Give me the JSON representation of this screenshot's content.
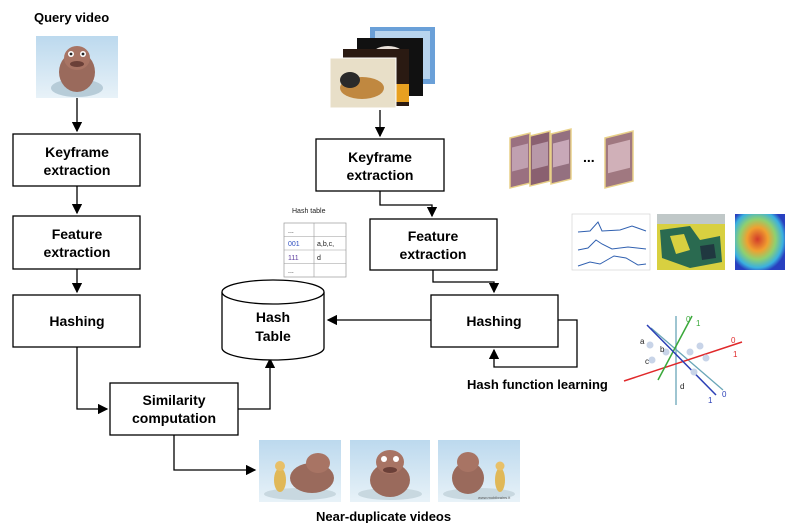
{
  "query_caption": "Query video",
  "left_pipeline": {
    "keyframe_line1": "Keyframe",
    "keyframe_line2": "extraction",
    "feature_line1": "Feature",
    "feature_line2": "extraction",
    "hashing": "Hashing"
  },
  "right_pipeline": {
    "keyframe_line1": "Keyframe",
    "keyframe_line2": "extraction",
    "feature_line1": "Feature",
    "feature_line2": "extraction",
    "hashing": "Hashing"
  },
  "similarity_line1": "Similarity",
  "similarity_line2": "computation",
  "hash_table_line1": "Hash",
  "hash_table_line2": "Table",
  "hash_function_learning": "Hash function learning",
  "near_duplicate_caption": "Near-duplicate videos",
  "keyframe_ellipsis": "...",
  "hash_table_mini": {
    "title": "Hash table",
    "rows": [
      [
        "...",
        ""
      ],
      [
        "001",
        "a,b,c,"
      ],
      [
        "111",
        "d"
      ],
      [
        "...",
        ""
      ]
    ]
  },
  "projection_labels": [
    "a",
    "b",
    "c",
    "d",
    "0",
    "1",
    "0",
    "1",
    "1",
    "0"
  ],
  "watermark": "www.mobibrains.it",
  "colors": {
    "box_border": "#000000",
    "arrow": "#000000",
    "red_line": "#e0282a",
    "green_line": "#3aa83a",
    "blue_line": "#2b3fb6",
    "teal_line": "#6aa6b8",
    "hex_red": "#d9302c",
    "hex_blue": "#2f5fd0"
  }
}
